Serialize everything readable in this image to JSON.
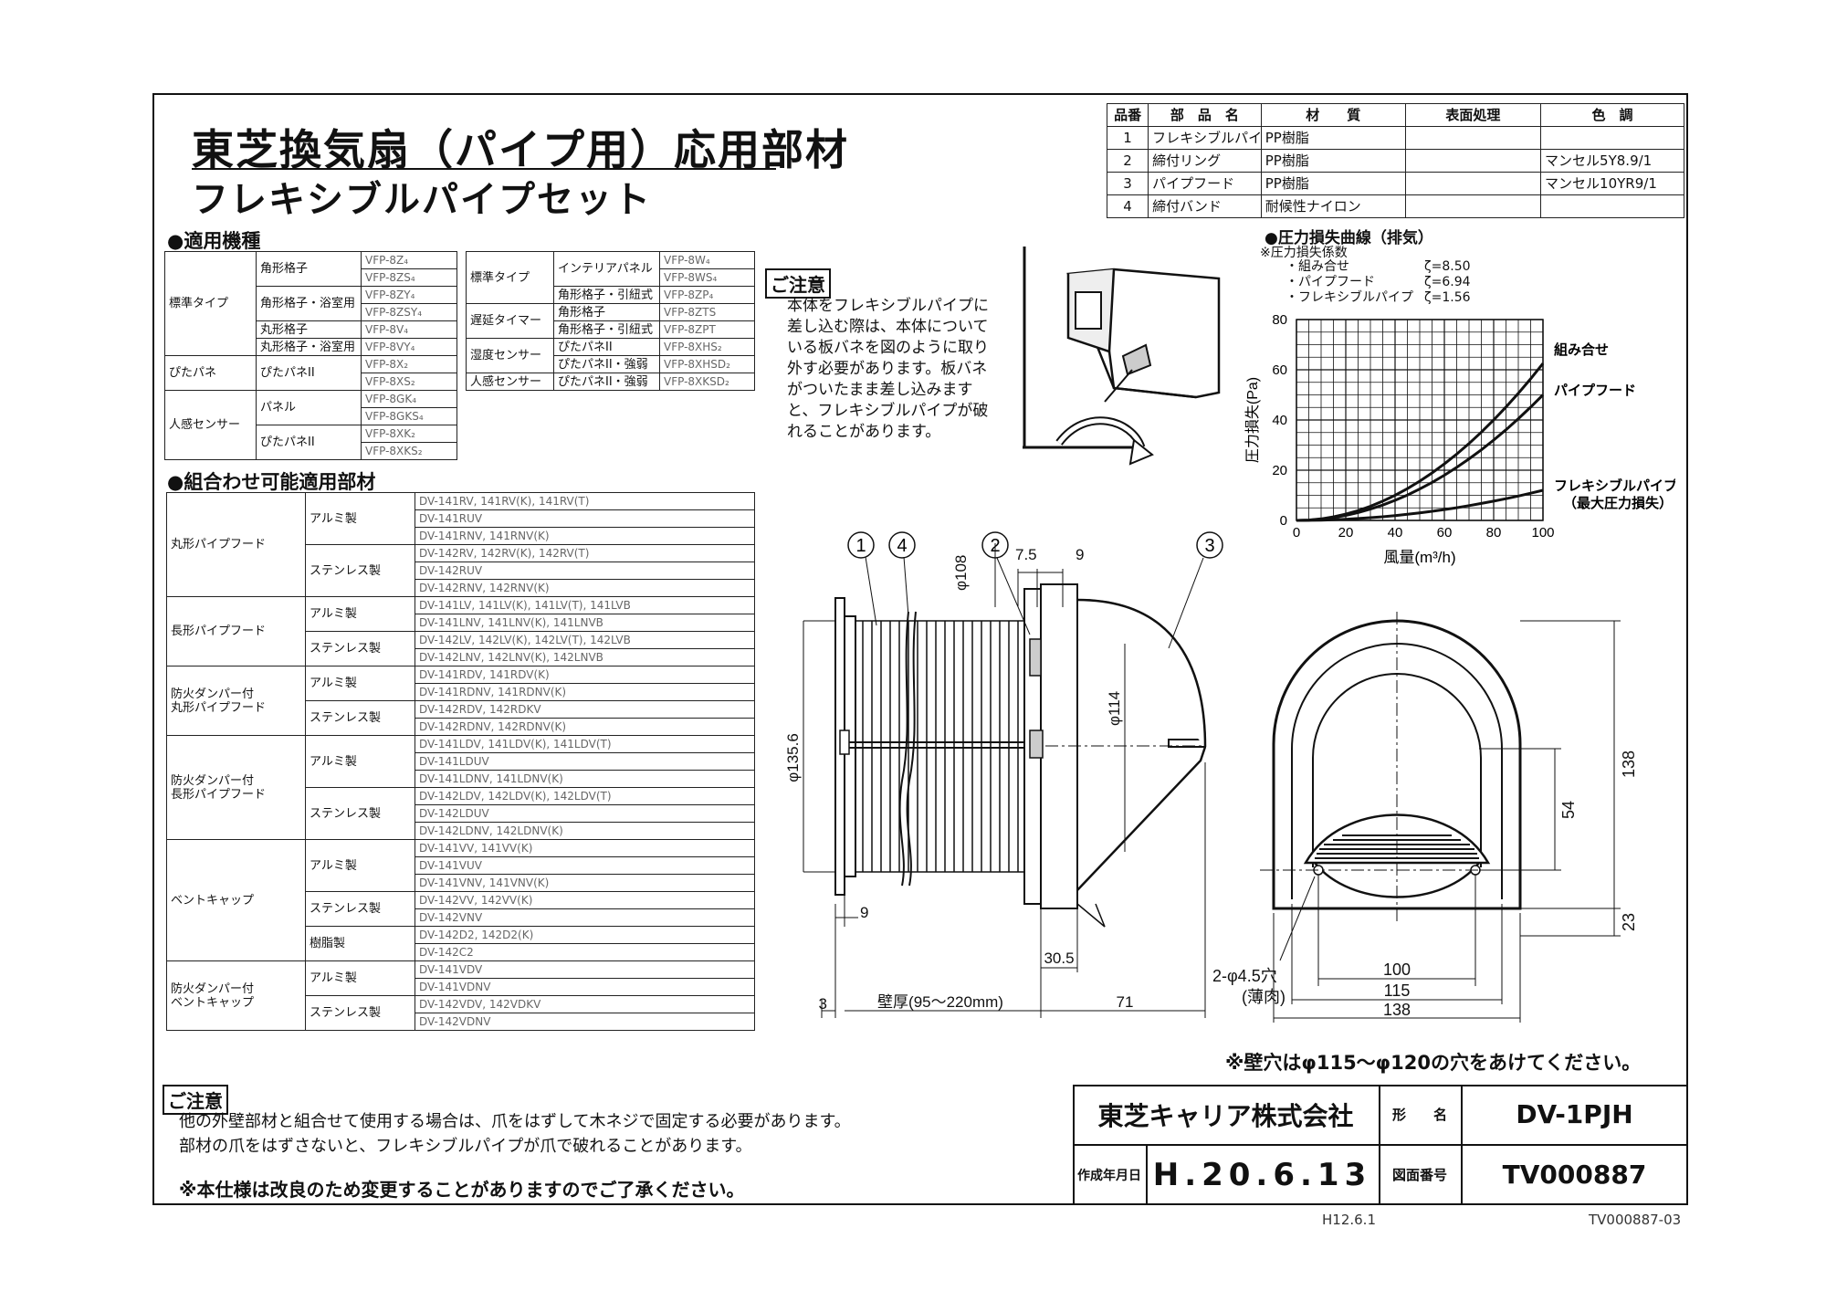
{
  "title": "東芝換気扇（パイプ用）応用部材",
  "subtitle": "フレキシブルパイプセット",
  "applicable_models": {
    "heading": "●適用機種",
    "left_rows": [
      {
        "type": "標準タイプ",
        "grille": "角形格子",
        "model": "VFP-8Z₄"
      },
      {
        "type": "",
        "grille": "",
        "model": "VFP-8ZS₄"
      },
      {
        "type": "",
        "grille": "角形格子・浴室用",
        "model": "VFP-8ZY₄"
      },
      {
        "type": "",
        "grille": "",
        "model": "VFP-8ZSY₄"
      },
      {
        "type": "",
        "grille": "丸形格子",
        "model": "VFP-8V₄"
      },
      {
        "type": "",
        "grille": "丸形格子・浴室用",
        "model": "VFP-8VY₄"
      },
      {
        "type": "ぴたパネ",
        "grille": "ぴたパネII",
        "model": "VFP-8X₂"
      },
      {
        "type": "",
        "grille": "",
        "model": "VFP-8XS₂"
      },
      {
        "type": "人感センサー",
        "grille": "パネル",
        "model": "VFP-8GK₄"
      },
      {
        "type": "",
        "grille": "",
        "model": "VFP-8GKS₄"
      },
      {
        "type": "",
        "grille": "ぴたパネII",
        "model": "VFP-8XK₂"
      },
      {
        "type": "",
        "grille": "",
        "model": "VFP-8XKS₂"
      }
    ],
    "right_rows": [
      {
        "type": "標準タイプ",
        "grille": "インテリアパネル",
        "model": "VFP-8W₄"
      },
      {
        "type": "",
        "grille": "",
        "model": "VFP-8WS₄"
      },
      {
        "type": "",
        "grille": "角形格子・引紐式",
        "model": "VFP-8ZP₄"
      },
      {
        "type": "遅延タイマー",
        "grille": "角形格子",
        "model": "VFP-8ZTS"
      },
      {
        "type": "",
        "grille": "角形格子・引紐式",
        "model": "VFP-8ZPT"
      },
      {
        "type": "湿度センサー",
        "grille": "ぴたパネII",
        "model": "VFP-8XHS₂"
      },
      {
        "type": "",
        "grille": "ぴたパネII・強弱",
        "model": "VFP-8XHSD₂"
      },
      {
        "type": "人感センサー",
        "grille": "ぴたパネII・強弱",
        "model": "VFP-8XKSD₂"
      }
    ]
  },
  "combinations": {
    "heading": "●組合わせ可能適用部材",
    "rows": [
      {
        "group": "丸形パイプフード",
        "material": "アルミ製",
        "models": "DV-141RV, 141RV(K), 141RV(T)"
      },
      {
        "group": "",
        "material": "",
        "models": "DV-141RUV"
      },
      {
        "group": "",
        "material": "",
        "models": "DV-141RNV, 141RNV(K)"
      },
      {
        "group": "",
        "material": "ステンレス製",
        "models": "DV-142RV, 142RV(K), 142RV(T)"
      },
      {
        "group": "",
        "material": "",
        "models": "DV-142RUV"
      },
      {
        "group": "",
        "material": "",
        "models": "DV-142RNV, 142RNV(K)"
      },
      {
        "group": "長形パイプフード",
        "material": "アルミ製",
        "models": "DV-141LV, 141LV(K), 141LV(T), 141LVB"
      },
      {
        "group": "",
        "material": "",
        "models": "DV-141LNV, 141LNV(K), 141LNVB"
      },
      {
        "group": "",
        "material": "ステンレス製",
        "models": "DV-142LV, 142LV(K), 142LV(T), 142LVB"
      },
      {
        "group": "",
        "material": "",
        "models": "DV-142LNV, 142LNV(K), 142LNVB"
      },
      {
        "group": "防火ダンパー付\n丸形パイプフード",
        "material": "アルミ製",
        "models": "DV-141RDV, 141RDV(K)"
      },
      {
        "group": "",
        "material": "",
        "models": "DV-141RDNV, 141RDNV(K)"
      },
      {
        "group": "",
        "material": "ステンレス製",
        "models": "DV-142RDV, 142RDKV"
      },
      {
        "group": "",
        "material": "",
        "models": "DV-142RDNV, 142RDNV(K)"
      },
      {
        "group": "防火ダンパー付\n長形パイプフード",
        "material": "アルミ製",
        "models": "DV-141LDV, 141LDV(K), 141LDV(T)"
      },
      {
        "group": "",
        "material": "",
        "models": "DV-141LDUV"
      },
      {
        "group": "",
        "material": "",
        "models": "DV-141LDNV, 141LDNV(K)"
      },
      {
        "group": "",
        "material": "ステンレス製",
        "models": "DV-142LDV, 142LDV(K), 142LDV(T)"
      },
      {
        "group": "",
        "material": "",
        "models": "DV-142LDUV"
      },
      {
        "group": "",
        "material": "",
        "models": "DV-142LDNV, 142LDNV(K)"
      },
      {
        "group": "ベントキャップ",
        "material": "アルミ製",
        "models": "DV-141VV, 141VV(K)"
      },
      {
        "group": "",
        "material": "",
        "models": "DV-141VUV"
      },
      {
        "group": "",
        "material": "",
        "models": "DV-141VNV, 141VNV(K)"
      },
      {
        "group": "",
        "material": "ステンレス製",
        "models": "DV-142VV, 142VV(K)"
      },
      {
        "group": "",
        "material": "",
        "models": "DV-142VNV"
      },
      {
        "group": "",
        "material": "樹脂製",
        "models": "DV-142D2, 142D2(K)"
      },
      {
        "group": "",
        "material": "",
        "models": "DV-142C2"
      },
      {
        "group": "防火ダンパー付\nベントキャップ",
        "material": "アルミ製",
        "models": "DV-141VDV"
      },
      {
        "group": "",
        "material": "",
        "models": "DV-141VDNV"
      },
      {
        "group": "",
        "material": "ステンレス製",
        "models": "DV-142VDV, 142VDKV"
      },
      {
        "group": "",
        "material": "",
        "models": "DV-142VDNV"
      }
    ]
  },
  "parts_table": {
    "headers": [
      "品番",
      "部　品　名",
      "材　　質",
      "表面処理",
      "色　調"
    ],
    "rows": [
      [
        "1",
        "フレキシブルパイプ",
        "PP樹脂",
        "",
        ""
      ],
      [
        "2",
        "締付リング",
        "PP樹脂",
        "",
        "マンセル5Y8.9/1"
      ],
      [
        "3",
        "パイプフード",
        "PP樹脂",
        "",
        "マンセル10YR9/1"
      ],
      [
        "4",
        "締付バンド",
        "耐候性ナイロン",
        "",
        ""
      ]
    ]
  },
  "caution_top": {
    "label": "ご注意",
    "text": "本体をフレキシブルパイプに\n差し込む際は、本体について\nいる板バネを図のように取り\n外す必要があります。板バネ\nがついたまま差し込みます\nと、フレキシブルパイプが破\nれることがあります。"
  },
  "caution_bottom": {
    "label": "ご注意",
    "line1": "他の外壁部材と組合せて使用する場合は、爪をはずして木ネジで固定する必要があります。",
    "line2": "部材の爪をはずさないと、フレキシブルパイプが爪で破れることがあります。",
    "line3": "※本仕様は改良のため変更することがありますのでご了承ください。"
  },
  "chart_data": {
    "type": "line",
    "title": "●圧力損失曲線（排気）",
    "coefficients_heading": "※圧力損失係数",
    "coefficients": [
      {
        "name": "・組み合せ",
        "value": "ζ=8.50"
      },
      {
        "name": "・パイプフード",
        "value": "ζ=6.94"
      },
      {
        "name": "・フレキシブルパイプ",
        "value": "ζ=1.56"
      }
    ],
    "xlabel": "風量(m³/h)",
    "ylabel": "圧力損失(Pa)",
    "xlim": [
      0,
      100
    ],
    "ylim": [
      0,
      80
    ],
    "xticks": [
      "0",
      "20",
      "40",
      "60",
      "80",
      "100"
    ],
    "yticks": [
      "0",
      "20",
      "40",
      "60",
      "80"
    ],
    "grid": true,
    "series": [
      {
        "name": "組み合せ",
        "x": [
          0,
          20,
          40,
          60,
          80,
          100
        ],
        "y": [
          0,
          2.5,
          10,
          22.5,
          40,
          62.5
        ]
      },
      {
        "name": "パイプフード",
        "x": [
          0,
          20,
          40,
          60,
          80,
          100
        ],
        "y": [
          0,
          2,
          8,
          18,
          32,
          50
        ]
      },
      {
        "name": "フレキシブルパイプ\n（最大圧力損失）",
        "x": [
          0,
          20,
          40,
          60,
          80,
          100
        ],
        "y": [
          0,
          0.5,
          2,
          4.5,
          8,
          12
        ]
      }
    ]
  },
  "drawing": {
    "balloons": [
      "1",
      "4",
      "2",
      "3"
    ],
    "dims": {
      "d108": "φ108",
      "d7_5": "7.5",
      "d9_top": "9",
      "d135_6": "φ135.6",
      "d114": "φ114",
      "d9_bottom": "9",
      "d30_5": "30.5",
      "d3": "3",
      "wall": "壁厚(95～220mm)",
      "d71": "71",
      "d138_v": "138",
      "d54": "54",
      "d23": "23",
      "d100": "100",
      "d115": "115",
      "d138_h": "138",
      "hole": "2-φ4.5穴",
      "hole_note": "(薄肉)"
    },
    "wall_note": "※壁穴はφ115～φ120の穴をあけてください。"
  },
  "title_block": {
    "company": "東芝キャリア株式会社",
    "model_label": "形　　名",
    "model": "DV-1PJH",
    "date_label": "作成年月日",
    "date": "H.20.6.13",
    "drawing_no_label": "図面番号",
    "drawing_no": "TV000887"
  },
  "footer": {
    "left": "H12.6.1",
    "right": "TV000887-03"
  }
}
